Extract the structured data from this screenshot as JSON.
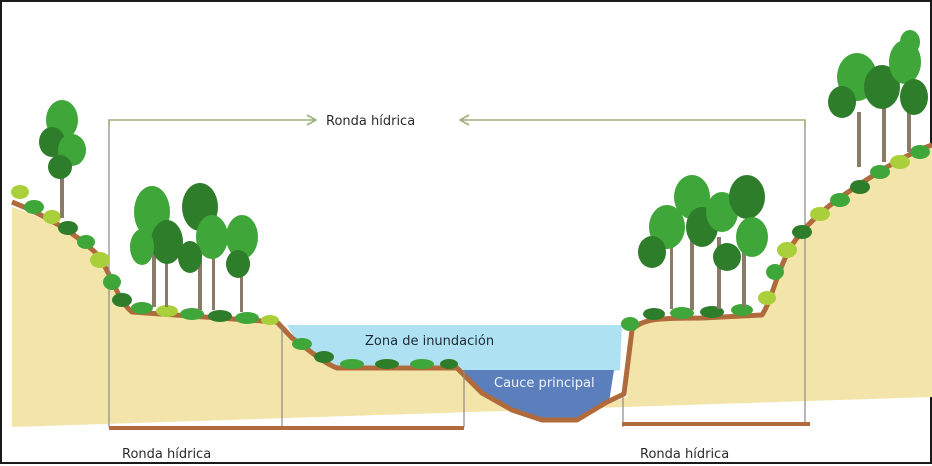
{
  "labels": {
    "top": "Ronda hídrica",
    "flood_zone": "Zona de inundación",
    "channel": "Cauce principal",
    "bottom_left": "Ronda hídrica",
    "bottom_right": "Ronda hídrica"
  },
  "colors": {
    "soil": "#f3e5a9",
    "bank_line": "#b06a3c",
    "flood_water": "#aee2f3",
    "channel_water": "#5b7fbd",
    "foliage": "#3fa63a",
    "foliage_dark": "#2e7d2a",
    "foliage_light": "#a9cf3b",
    "trunk": "#8a7a68",
    "guide_line": "#9fb07a"
  }
}
